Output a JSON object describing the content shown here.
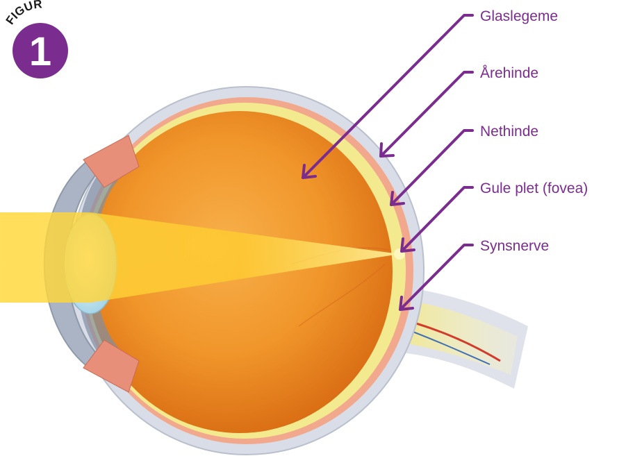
{
  "figure": {
    "badge_word": "FIGUR",
    "badge_number": "1"
  },
  "labels": [
    {
      "id": "vitreous",
      "text": "Glaslegeme"
    },
    {
      "id": "choroid",
      "text": "Årehinde"
    },
    {
      "id": "retina",
      "text": "Nethinde"
    },
    {
      "id": "fovea",
      "text": "Gule plet (fovea)"
    },
    {
      "id": "optic-nerve",
      "text": "Synsnerve"
    }
  ],
  "colors": {
    "accent": "#7b2c8f",
    "label_text": "#7b2c8f",
    "eye_orange": "#f29a2c",
    "sclera": "#d6dbe6",
    "retina_yellow": "#f3ea8f",
    "choroid_pink": "#f0a58a",
    "light_beam": "#ffd23a"
  }
}
